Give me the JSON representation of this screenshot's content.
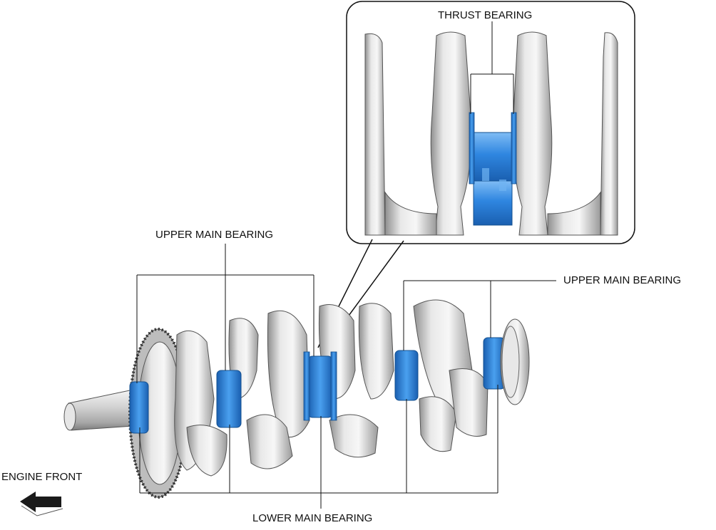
{
  "labels": {
    "thrust_bearing": "THRUST BEARING",
    "upper_main_bearing_left": "UPPER MAIN BEARING",
    "upper_main_bearing_right": "UPPER MAIN BEARING",
    "lower_main_bearing": "LOWER MAIN BEARING",
    "engine_front": "ENGINE FRONT"
  },
  "colors": {
    "bearing": "#2f86e0",
    "bearing_dark": "#1a5fb0",
    "metal": "#d9d9d9",
    "metal_dark": "#8c8c8c",
    "line": "#111111"
  }
}
